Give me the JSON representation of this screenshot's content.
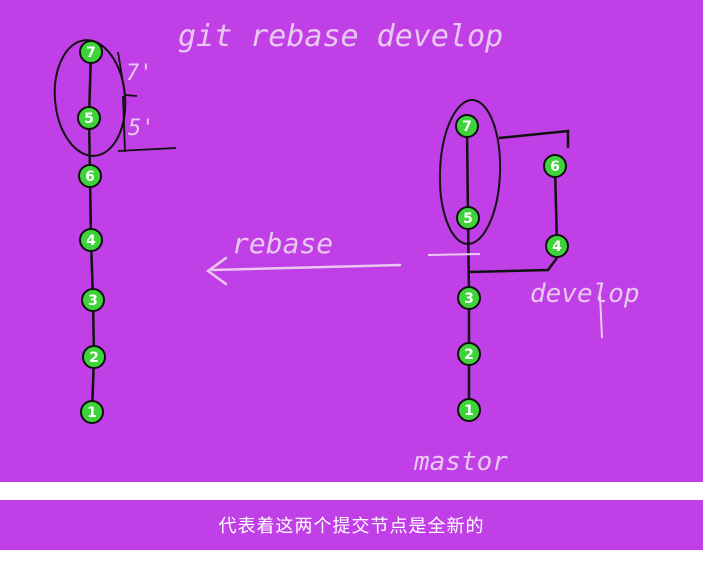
{
  "annotations": {
    "command": "git rebase develop",
    "arrow_label": "rebase",
    "new_label_7": "7'",
    "new_label_5": "5'",
    "branch_develop": "develop",
    "branch_master": "mastor"
  },
  "caption": "代表着这两个提交节点是全新的",
  "left_chain": [
    "1",
    "2",
    "3",
    "4",
    "6",
    "5",
    "7"
  ],
  "right_main": [
    "1",
    "2",
    "3",
    "5",
    "7"
  ],
  "right_branch": [
    "4",
    "6"
  ],
  "colors": {
    "background": "#c13fe6",
    "node_fill": "#3ed23b",
    "line": "#111111",
    "annotation": "#e9c8f1"
  }
}
